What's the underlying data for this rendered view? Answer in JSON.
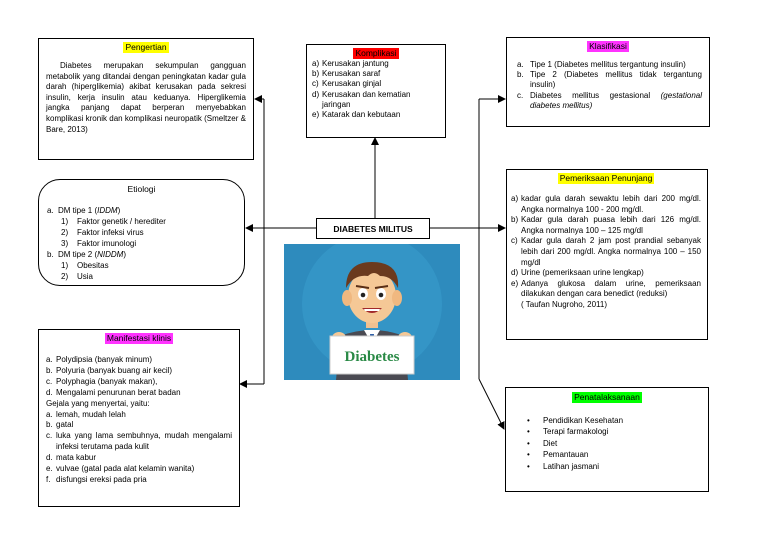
{
  "center": {
    "title": "DIABETES MILITUS",
    "image_caption": "Diabetes"
  },
  "colors": {
    "yellow": "#ffff00",
    "red": "#ff0000",
    "magenta": "#ff33ff",
    "green": "#00ff00",
    "image_bg": "#2e8bbd"
  },
  "pengertian": {
    "title": "Pengertian",
    "text": "Diabetes merupakan sekumpulan gangguan metabolik yang ditandai dengan peningkatan kadar gula darah (hiperglikemia) akibat kerusakan pada sekresi insulin, kerja insulin atau keduanya. Hiperglikemia jangka panjang dapat berperan menyebabkan komplikasi kronik dan komplikasi neuropatik (Smeltzer & Bare, 2013)"
  },
  "komplikasi": {
    "title": "Komplikasi",
    "items": [
      {
        "m": "a)",
        "t": "Kerusakan jantung"
      },
      {
        "m": "b)",
        "t": "Kerusakan saraf"
      },
      {
        "m": "c)",
        "t": "Kerusakan ginjal"
      },
      {
        "m": "d)",
        "t": "Kerusakan dan kematian jaringan"
      },
      {
        "m": "e)",
        "t": "Katarak dan kebutaan"
      }
    ]
  },
  "klasifikasi": {
    "title": "Klasifikasi",
    "items": [
      {
        "m": "a.",
        "t": "Tipe 1 (Diabetes mellitus tergantung insulin)"
      },
      {
        "m": "b.",
        "t": "Tipe 2 (Diabetes mellitus tidak tergantung insulin)"
      },
      {
        "m": "c.",
        "t": "Diabetes mellitus gestasional ",
        "i": "(gestational diabetes mellitus)"
      }
    ]
  },
  "etiologi": {
    "title": "Etiologi",
    "a": {
      "m": "a.",
      "t": "DM tipe 1 (",
      "i": "IDDM",
      "e": ")"
    },
    "a_items": [
      {
        "m": "1)",
        "t": "Faktor genetik / herediter"
      },
      {
        "m": "2)",
        "t": "Faktor infeksi virus"
      },
      {
        "m": "3)",
        "t": "Faktor imunologi"
      }
    ],
    "b": {
      "m": "b.",
      "t": "DM tipe 2 (",
      "i": "NIDDM",
      "e": ")"
    },
    "b_items": [
      {
        "m": "1)",
        "t": "Obesitas"
      },
      {
        "m": "2)",
        "t": "Usia"
      }
    ]
  },
  "pemeriksaan": {
    "title": "Pemeriksaan Penunjang",
    "items": [
      {
        "m": "a)",
        "t": "kadar gula darah sewaktu lebih dari 200 mg/dl. Angka normalnya 100 - 200 mg/dl."
      },
      {
        "m": "b)",
        "t": "Kadar gula darah puasa lebih dari 126 mg/dl. Angka normalnya 100 – 125 mg/dl"
      },
      {
        "m": "c)",
        "t": "Kadar gula darah 2 jam post prandial sebanyak lebih dari 200 mg/dl. Angka normalnya 100 – 150 mg/dl"
      },
      {
        "m": "d)",
        "t": "Urine (pemeriksaan urine lengkap)"
      },
      {
        "m": "e)",
        "t": "Adanya glukosa dalam urine, pemeriksaan dilakukan dengan cara benedict (reduksi)"
      }
    ],
    "source": "( Taufan Nugroho, 2011)"
  },
  "manifestasi": {
    "title": "Manifestasi klinis",
    "items": [
      {
        "m": "a.",
        "t": "Polydipsia (banyak minum)"
      },
      {
        "m": "b.",
        "t": "Polyuria (banyak buang air kecil)"
      },
      {
        "m": "c.",
        "t": "Polyphagia (banyak makan),"
      },
      {
        "m": "d.",
        "t": "Mengalami penurunan berat badan"
      }
    ],
    "subheading": "Gejala yang menyertai, yaitu:",
    "items2": [
      {
        "m": "a.",
        "t": "lemah, mudah lelah"
      },
      {
        "m": "b.",
        "t": "gatal"
      },
      {
        "m": "c.",
        "t": "luka yang lama sembuhnya, mudah mengalami infeksi terutama pada kulit"
      },
      {
        "m": "d.",
        "t": "mata kabur"
      },
      {
        "m": "e.",
        "t": "vulvae (gatal pada alat kelamin wanita)"
      },
      {
        "m": "f.",
        "t": "disfungsi ereksi pada pria"
      }
    ]
  },
  "penatalaksanaan": {
    "title": "Penatalaksanaan",
    "items": [
      "Pendidikan Kesehatan",
      "Terapi farmakologi",
      "Diet",
      "Pemantauan",
      "Latihan jasmani"
    ]
  }
}
